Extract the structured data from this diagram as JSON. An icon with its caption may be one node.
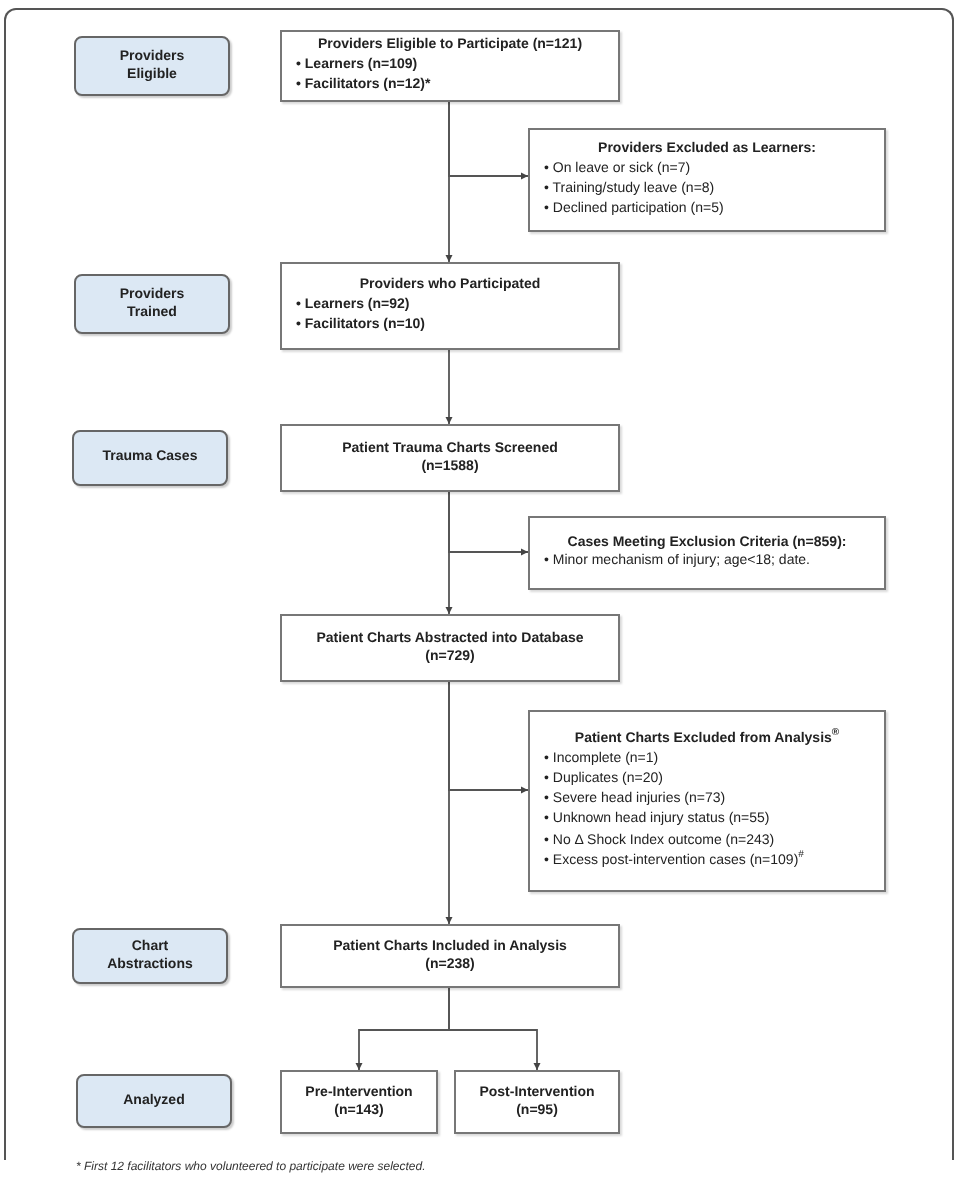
{
  "diagram": {
    "nodes": [
      {
        "text": [
          "Providers Eligible"
        ]
      },
      {
        "text": [
          "Providers Eligible to Participate (n=121)",
          "• Learners (n=109)",
          "• Facilitators (n=12)*"
        ]
      },
      {
        "text": [
          "Providers Excluded as Learners:",
          "• On leave or sick (n=7)",
          "• Training/study leave (n=8)",
          "• Declined participation (n=5)"
        ]
      },
      {
        "text": [
          "Providers Trained"
        ]
      },
      {
        "text": [
          "Providers who Participated",
          "• Learners (n=92)",
          "• Facilitators (n=10)"
        ]
      },
      {
        "text": [
          "Trauma Cases"
        ]
      },
      {
        "text": [
          "Patient Trauma Charts Screened (n=1588)"
        ]
      },
      {
        "text": [
          "Cases Meeting Exclusion Criteria (n=859):",
          "• Minor mechanism of injury; age<18; date."
        ]
      },
      {
        "text": [
          "Patient Charts Abstracted into Database (n=729)"
        ]
      },
      {
        "text": [
          "Patient Charts Excluded from Analysis$^{®}$",
          "• Incomplete (n=1)",
          "• Duplicates (n=20)",
          "• Severe head injuries (n=73)",
          "• Unknown head injury status (n=55)",
          "• No Δ Shock Index outcome (n=243)",
          "• Excess post-intervention cases (n=109)$^{#}$"
        ]
      },
      {
        "text": [
          "Chart Abstractions"
        ]
      },
      {
        "text": [
          "Patient Charts Included in Analysis (n=238)"
        ]
      },
      {
        "text": [
          "Analyzed"
        ]
      },
      {
        "text": [
          "Pre-Intervention (n=143)"
        ]
      },
      {
        "text": [
          "Post-Intervention (n=95)"
        ]
      }
    ],
    "edges": [
      {
        "from": 1,
        "to": 4,
        "arrow": "to"
      },
      {
        "from": 1,
        "to": 2,
        "arrow": "to"
      },
      {
        "from": 4,
        "to": 6,
        "arrow": "to"
      },
      {
        "from": 6,
        "to": 8,
        "arrow": "to"
      },
      {
        "from": 6,
        "to": 7,
        "arrow": "to"
      },
      {
        "from": 8,
        "to": 11,
        "arrow": "to"
      },
      {
        "from": 8,
        "to": 9,
        "arrow": "to"
      },
      {
        "from": 11,
        "to": 13,
        "arrow": "to"
      },
      {
        "from": 11,
        "to": 14,
        "arrow": "to"
      }
    ],
    "labels": [
      "* First 12 facilitators who volunteered to participate were selected."
    ]
  }
}
